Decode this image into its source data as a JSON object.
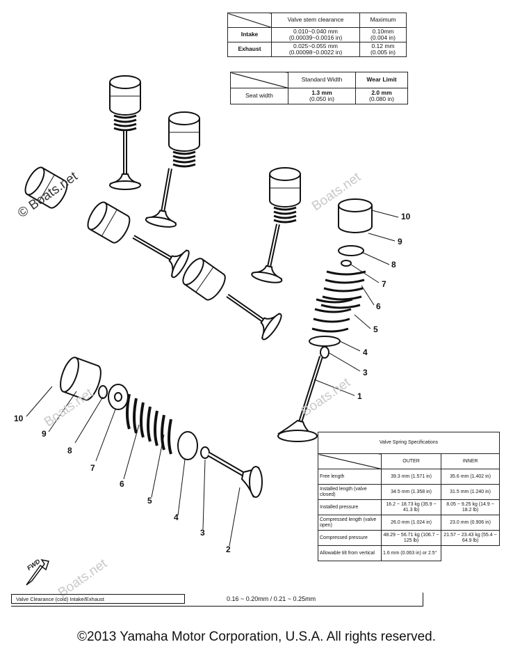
{
  "watermark": "© Boats.net",
  "watermark_short": "Boats.net",
  "copyright": "©2013 Yamaha Motor Corporation, U.S.A. All rights reserved.",
  "fwd_label": "FWD",
  "clearance_table": {
    "col_clearance": "Valve stem clearance",
    "col_max": "Maximum",
    "rows": [
      {
        "label": "Intake",
        "value": "0.010~0.040 mm",
        "value_in": "(0.00039~0.0016 in)",
        "max": "0.10mm",
        "max_in": "(0.004 in)"
      },
      {
        "label": "Exhaust",
        "value": "0.025~0.055 mm",
        "value_in": "(0.00098~0.0022 in)",
        "max": "0.12 mm",
        "max_in": "(0.005 in)"
      }
    ]
  },
  "seat_table": {
    "col_std": "Standard Width",
    "col_wear": "Wear Limit",
    "label": "Seat width",
    "std": "1.3 mm",
    "std_in": "(0.050 in)",
    "wear": "2.0 mm",
    "wear_in": "(0.080 in)"
  },
  "spring_table": {
    "caption": "Valve Spring Specifications",
    "col_outer": "OUTER",
    "col_inner": "INNER",
    "rows": [
      {
        "label": "Free length",
        "outer": "39.3 mm (1.571 in)",
        "inner": "35.6 mm (1.402 in)"
      },
      {
        "label": "Installed length (valve closed)",
        "outer": "34.5 mm (1.358 in)",
        "inner": "31.5 mm (1.240 in)"
      },
      {
        "label": "Installed pressure",
        "outer": "16.2 ~ 18.73 kg (35.9 ~ 41.3 lb)",
        "inner": "8.05 ~ 9.25 kg (14.9 ~ 18.2 lb)"
      },
      {
        "label": "Compressed length (valve open)",
        "outer": "26.0 mm (1.024 in)",
        "inner": "23.0 mm (0.906 in)"
      },
      {
        "label": "Compressed pressure",
        "outer": "48.29 ~ 56.71 kg (106.7 ~ 125 lb)",
        "inner": "21.57 ~ 23.43 kg (55.4 ~ 64.9 lb)"
      },
      {
        "label": "Allowable tilt from vertical",
        "outer": "1.6 mm (0.063 in) or 2.5°",
        "inner": ""
      }
    ]
  },
  "valve_clearance": {
    "label": "Valve Clearance (cold) Intake/Exhaust",
    "value": "0.16 ~ 0.20mm / 0.21 ~ 0.25mm"
  },
  "callouts": {
    "right": [
      "10",
      "9",
      "8",
      "7",
      "6",
      "5",
      "4",
      "3",
      "1"
    ],
    "left": [
      "10",
      "9",
      "8",
      "7",
      "6",
      "5",
      "4",
      "3",
      "2"
    ]
  }
}
